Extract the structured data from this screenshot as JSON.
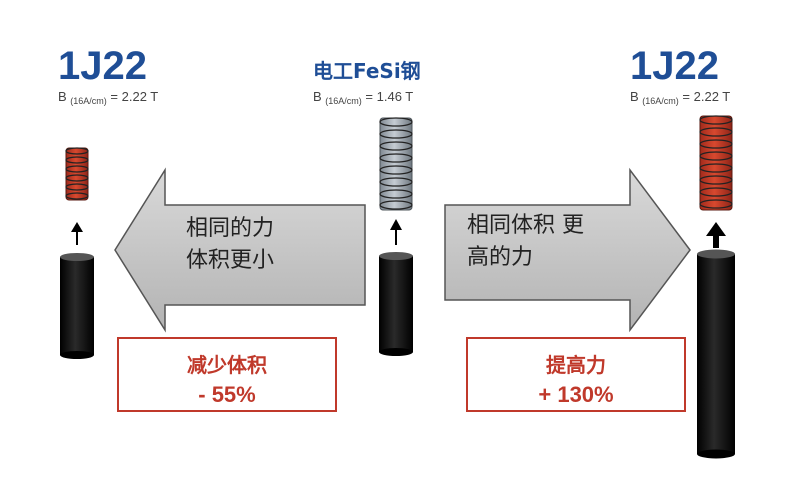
{
  "materials": {
    "left": {
      "name": "1J22",
      "b_prefix": "B",
      "b_sub": "(16A/cm)",
      "b_value": " = 2.22 T"
    },
    "center": {
      "name": "电工FeSi钢",
      "b_prefix": "B",
      "b_sub": "(16A/cm)",
      "b_value": " = 1.46 T"
    },
    "right": {
      "name": "1J22",
      "b_prefix": "B",
      "b_sub": "(16A/cm)",
      "b_value": " = 2.22 T"
    }
  },
  "arrows": {
    "left": {
      "line1": "相同的力",
      "line2": "体积更小"
    },
    "right": {
      "line1": "相同体积 更",
      "line2": "高的力"
    }
  },
  "results": {
    "left": {
      "label": "减少体积",
      "value": "- 55%"
    },
    "right": {
      "label": "提高力",
      "value": "+ 130%"
    }
  },
  "colors": {
    "title_blue": "#1f4e96",
    "coil_red": "#c0392b",
    "coil_grey": "#9aa3ad",
    "arrow_grey": "#bfbfbf",
    "box_border": "#c0392b"
  }
}
